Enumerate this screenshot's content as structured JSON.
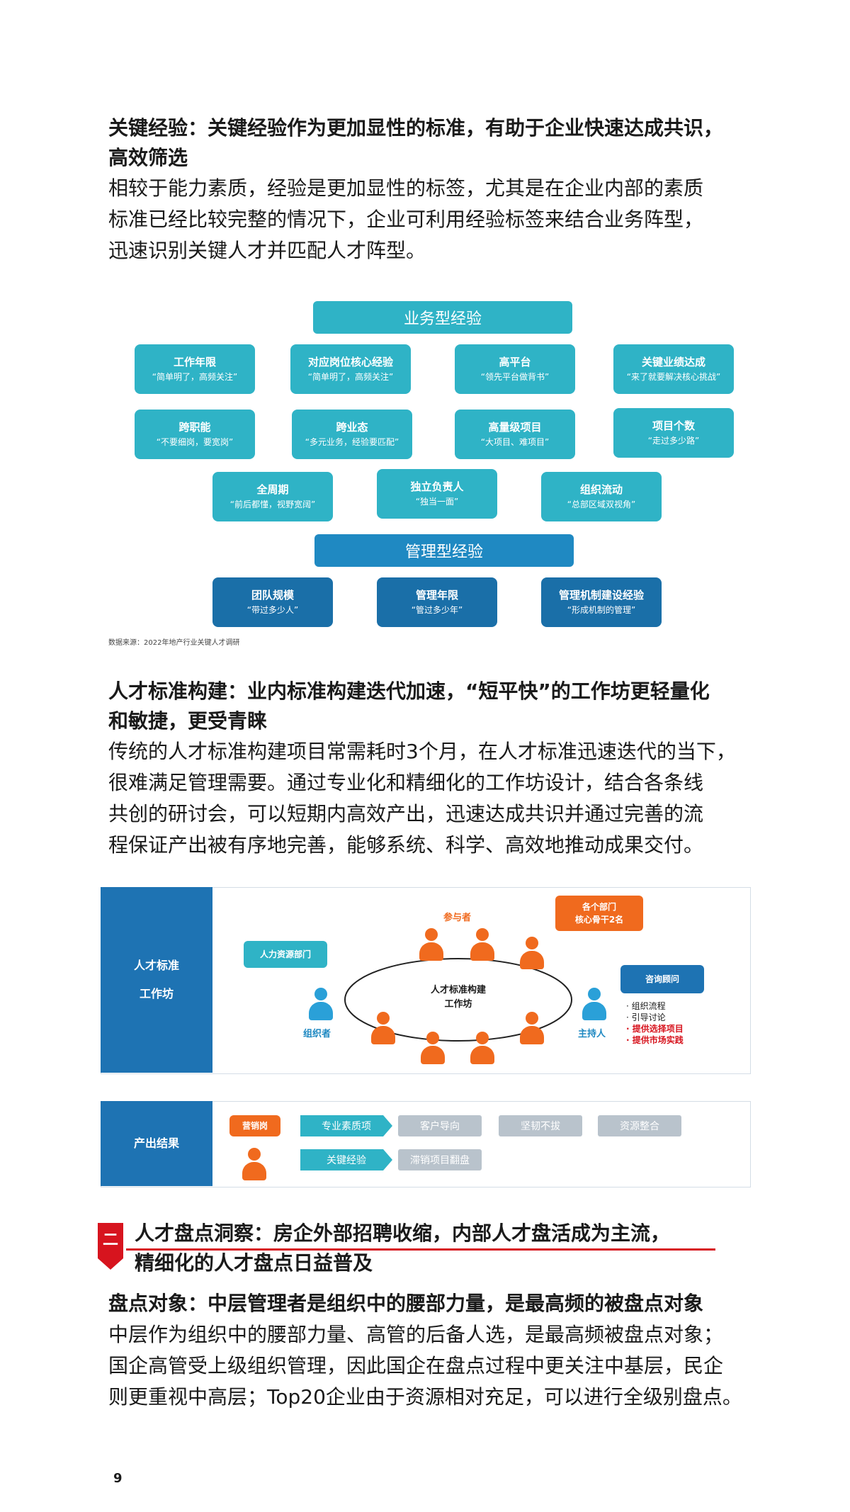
{
  "section1": {
    "heading_line1": "关键经验：关键经验作为更加显性的标准，有助于企业快速达成共识，",
    "heading_line2": "高效筛选",
    "para": [
      "相较于能力素质，经验是更加显性的标签，尤其是在企业内部的素质",
      "标准已经比较完整的情况下，企业可利用经验标签来结合业务阵型，",
      "迅速识别关键人才并匹配人才阵型。"
    ]
  },
  "diagram1": {
    "business_banner": "业务型经验",
    "row1": [
      {
        "title": "工作年限",
        "sub": "“简单明了，高频关注”"
      },
      {
        "title": "对应岗位核心经验",
        "sub": "“简单明了，高频关注”"
      },
      {
        "title": "高平台",
        "sub": "“领先平台做背书”"
      },
      {
        "title": "关键业绩达成",
        "sub": "“来了就要解决核心挑战”"
      }
    ],
    "row2": [
      {
        "title": "跨职能",
        "sub": "“不要细岗，要宽岗”"
      },
      {
        "title": "跨业态",
        "sub": "“多元业务，经验要匹配”"
      },
      {
        "title": "高量级项目",
        "sub": "“大项目、难项目”"
      },
      {
        "title": "项目个数",
        "sub": "“走过多少路”"
      }
    ],
    "row3": [
      {
        "title": "全周期",
        "sub": "“前后都懂，视野宽阔”"
      },
      {
        "title": "独立负责人",
        "sub": "“独当一面”"
      },
      {
        "title": "组织流动",
        "sub": "“总部区域双视角”"
      }
    ],
    "mgmt_banner": "管理型经验",
    "row4": [
      {
        "title": "团队规模",
        "sub": "“带过多少人”"
      },
      {
        "title": "管理年限",
        "sub": "“管过多少年”"
      },
      {
        "title": "管理机制建设经验",
        "sub": "“形成机制的管理”"
      }
    ],
    "source": "数据来源：2022年地产行业关键人才调研"
  },
  "section2": {
    "heading_line1": "人才标准构建：业内标准构建迭代加速，“短平快”的工作坊更轻量化",
    "heading_line2": "和敏捷，更受青睐",
    "para": [
      "传统的人才标准构建项目常需耗时3个月，在人才标准迅速迭代的当下，",
      "很难满足管理需要。通过专业化和精细化的工作坊设计，结合各条线",
      "共创的研讨会，可以短期内高效产出，迅速达成共识并通过完善的流",
      "程保证产出被有序地完善，能够系统、科学、高效地推动成果交付。"
    ]
  },
  "diagram2": {
    "workshop_label_line1": "人才标准",
    "workshop_label_line2": "工作坊",
    "hr_bubble": "人力资源部门",
    "participants_label": "参与者",
    "dept_bubble_line1": "各个部门",
    "dept_bubble_line2": "核心骨干2名",
    "consultant_bubble": "咨询顾问",
    "center_line1": "人才标准构建",
    "center_line2": "工作坊",
    "organizer": "组织者",
    "host": "主持人",
    "host_notes": [
      "· 组织流程",
      "· 引导讨论"
    ],
    "host_notes_red": [
      "· 提供选择项目",
      "· 提供市场实践"
    ],
    "output_label": "产出结果",
    "role_bubble": "营销岗",
    "chevrons": [
      "专业素质项",
      "关键经验"
    ],
    "pills_row1": [
      "客户导向",
      "坚韧不拔",
      "资源整合"
    ],
    "pills_row2": [
      "滞销项目翻盘"
    ]
  },
  "section3": {
    "badge": "二",
    "title_line1": "人才盘点洞察：房企外部招聘收缩，内部人才盘活成为主流，",
    "title_line2": "精细化的人才盘点日益普及",
    "heading": "盘点对象：中层管理者是组织中的腰部力量，是最高频的被盘点对象",
    "para": [
      "中层作为组织中的腰部力量、高管的后备人选，是最高频被盘点对象；",
      "国企高管受上级组织管理，因此国企在盘点过程中更关注中基层，民企",
      "则更重视中高层；Top20企业由于资源相对充足，可以进行全级别盘点。"
    ]
  },
  "page_number": "9",
  "colors": {
    "teal": "#2fb3c6",
    "blue": "#1f89c2",
    "orange": "#f06a1e",
    "red": "#d7141e"
  }
}
